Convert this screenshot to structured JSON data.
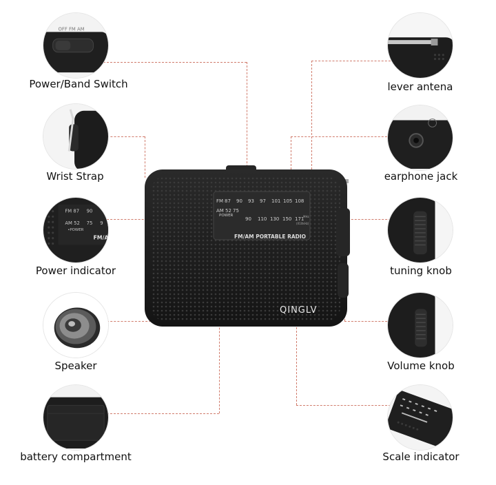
{
  "features": {
    "power_band_switch": "Power/Band Switch",
    "wrist_strap": "Wrist Strap",
    "power_indicator": "Power indicator",
    "speaker": "Speaker",
    "battery_compartment": "battery compartment",
    "lever_antenna": "lever antena",
    "earphone_jack": "earphone jack",
    "tuning_knob": "tuning knob",
    "volume_knob": "Volume knob",
    "scale_indicator": "Scale indicator"
  },
  "radio": {
    "brand": "QINGLV",
    "model_text": "FM/AM PORTABLE RADIO",
    "fm_label": "FM",
    "fm_freq": [
      "87",
      "90",
      "93",
      "97",
      "101",
      "105",
      "108"
    ],
    "fm_unit": "MHz",
    "am_label": "AM 52",
    "am_freq": [
      "75",
      "90",
      "110",
      "130",
      "150",
      "171"
    ],
    "am_unit": "(X10kHz)",
    "power_text": "POWER"
  },
  "inset": {
    "fm_87": "FM 87",
    "fm_90": "90",
    "am_52": "AM 52",
    "am_75": "75",
    "am_9": "9",
    "power": "•POWER",
    "fm_slash": "FM/A"
  },
  "colors": {
    "leader": "#d07a6a",
    "radio_body": "#1e1e1e",
    "dial_panel": "#2a2a2a"
  }
}
